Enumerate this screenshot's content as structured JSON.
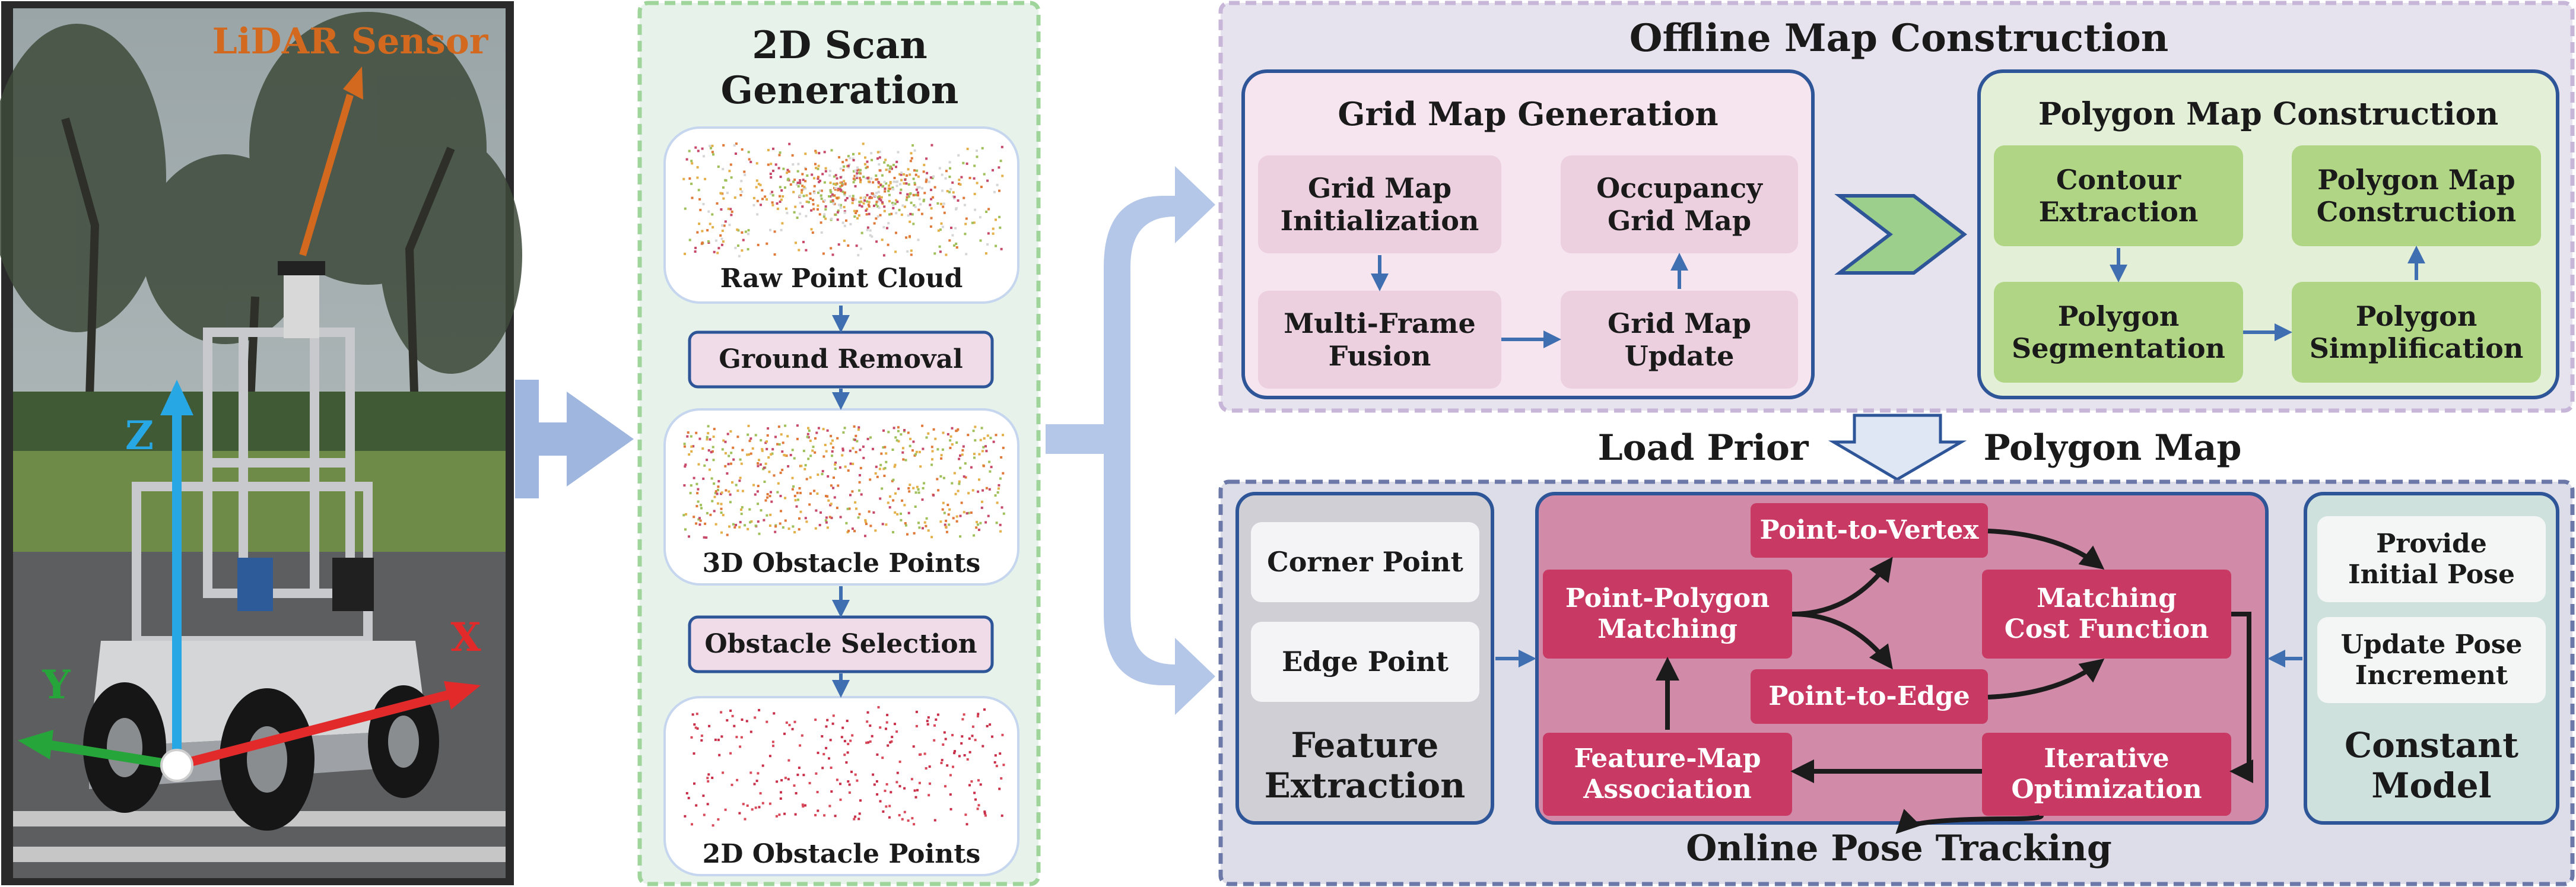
{
  "photo": {
    "sensor_label": "LiDAR Sensor",
    "axis_z": "Z",
    "axis_x": "X",
    "axis_y": "Y"
  },
  "scan": {
    "title": "2D Scan\nGeneration",
    "raw_point_cloud": "Raw Point Cloud",
    "ground_removal": "Ground Removal",
    "obstacle_points_3d": "3D Obstacle Points",
    "obstacle_selection": "Obstacle Selection",
    "obstacle_points_2d": "2D Obstacle Points"
  },
  "offline": {
    "title": "Offline Map Construction",
    "grid": {
      "title": "Grid Map Generation",
      "init": "Grid Map\nInitialization",
      "occupancy": "Occupancy\nGrid Map",
      "fusion": "Multi-Frame\nFusion",
      "update": "Grid Map\nUpdate"
    },
    "polygon": {
      "title": "Polygon Map Construction",
      "contour": "Contour\nExtraction",
      "construction": "Polygon Map\nConstruction",
      "segmentation": "Polygon\nSegmentation",
      "simplification": "Polygon\nSimplification"
    }
  },
  "load_prior": {
    "left": "Load Prior",
    "right": "Polygon Map"
  },
  "online": {
    "title": "Online Pose Tracking",
    "feature": {
      "corner": "Corner Point",
      "edge": "Edge Point",
      "title": "Feature\nExtraction"
    },
    "core": {
      "vertex": "Point-to-Vertex",
      "polygon_matching": "Point-Polygon\nMatching",
      "cost": "Matching\nCost Function",
      "edge": "Point-to-Edge",
      "association": "Feature-Map\nAssociation",
      "optimization": "Iterative\nOptimization"
    },
    "model": {
      "initial": "Provide\nInitial Pose",
      "increment": "Update Pose\nIncrement",
      "title": "Constant\nModel"
    }
  },
  "colors": {
    "arrow_blue": "#3f6fb0",
    "big_arrow": "#aabfe3",
    "sensor_orange": "#d2691e",
    "core_red": "#c83964",
    "pink_box": "#ecd0e0",
    "green_box": "#b0d685"
  }
}
